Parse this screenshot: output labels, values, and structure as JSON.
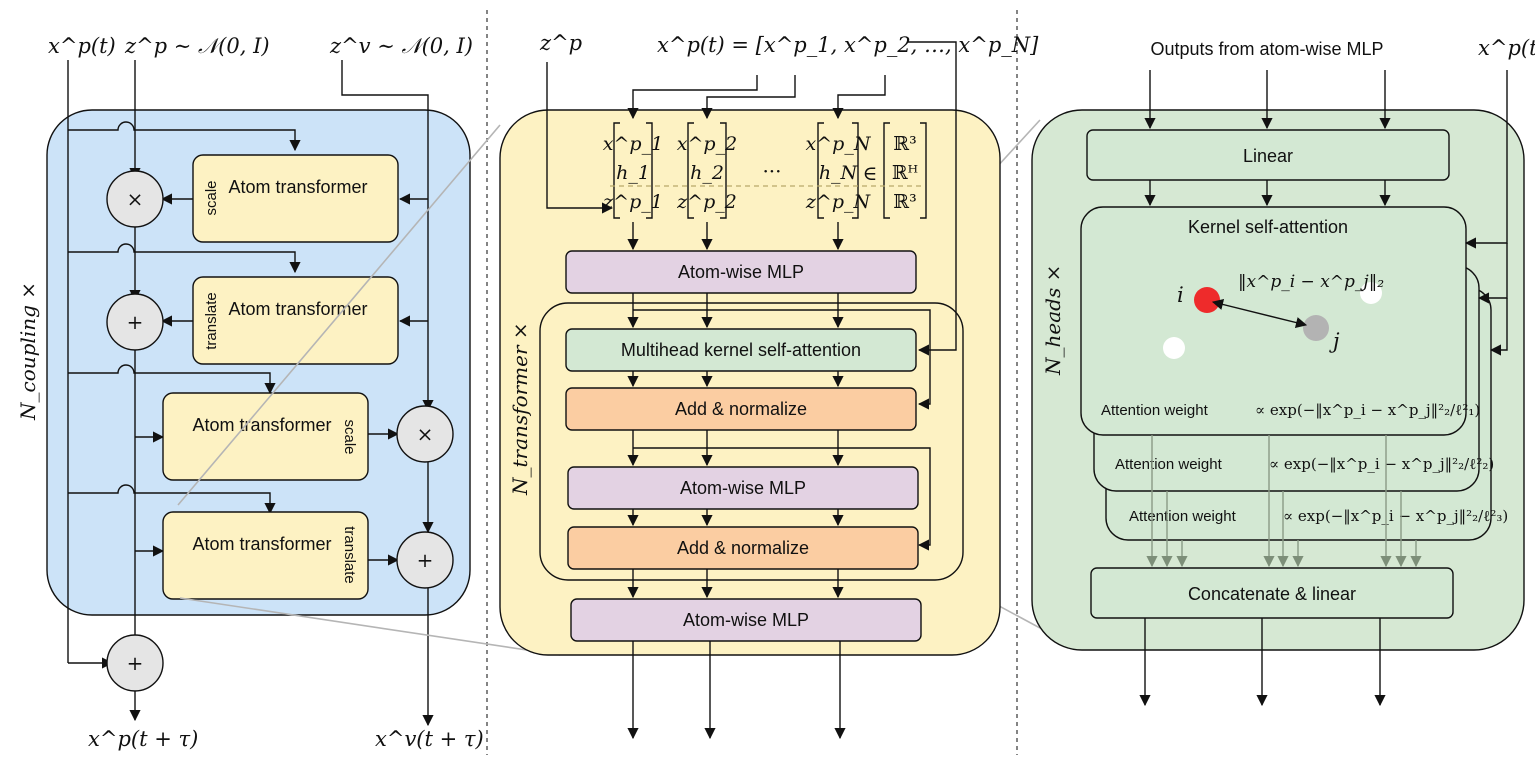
{
  "left_panel": {
    "inputs": {
      "xp_t": "x^p(t)",
      "zp": "z^p ∼ 𝒩(0, I)",
      "zv": "z^v ∼ 𝒩(0, I)"
    },
    "repeat_label": "N_coupling ×",
    "blocks": [
      {
        "title": "Atom transformer",
        "side_label": "scale"
      },
      {
        "title": "Atom transformer",
        "side_label": "translate"
      },
      {
        "title": "Atom transformer",
        "side_label": "scale"
      },
      {
        "title": "Atom transformer",
        "side_label": "translate"
      }
    ],
    "ops": {
      "multiply": "×",
      "add": "+"
    },
    "outputs": {
      "xp": "x^p(t + τ)",
      "xv": "x^v(t + τ)"
    }
  },
  "middle_panel": {
    "inputs": {
      "zp": "z^p",
      "xp_seq": "x^p(t) = [x^p_1, x^p_2, …, x^p_N]"
    },
    "columns": [
      {
        "x": "x^p_1",
        "h": "h_1",
        "z": "z^p_1"
      },
      {
        "x": "x^p_2",
        "h": "h_2",
        "z": "z^p_2"
      },
      {
        "x": "x^p_N",
        "h": "h_N",
        "z": "z^p_N"
      }
    ],
    "ellipsis": "···",
    "element_of": "∈",
    "spaces": [
      "ℝ³",
      "ℝᴴ",
      "ℝ³"
    ],
    "repeat_label": "N_transformer ×",
    "layers": {
      "mlp_in": "Atom-wise MLP",
      "attention": "Multihead kernel self-attention",
      "norm1": "Add & normalize",
      "mlp_mid": "Atom-wise MLP",
      "norm2": "Add & normalize",
      "mlp_out": "Atom-wise MLP"
    }
  },
  "right_panel": {
    "input_label": "Outputs from atom-wise MLP",
    "xp_t": "x^p(t)",
    "linear": "Linear",
    "attention_title": "Kernel self-attention",
    "distance": "‖x^p_i − x^p_j‖₂",
    "node_i": "i",
    "node_j": "j",
    "repeat_label": "N_heads ×",
    "weights": [
      {
        "prefix": "Attention weight",
        "formula": "∝ exp(−‖x^p_i − x^p_j‖²₂/ℓ²₁)"
      },
      {
        "prefix": "Attention weight",
        "formula": "∝ exp(−‖x^p_i − x^p_j‖²₂/ℓ²₂)"
      },
      {
        "prefix": "Attention weight",
        "formula": "∝ exp(−‖x^p_i − x^p_j‖²₂/ℓ²₃)"
      }
    ],
    "concat": "Concatenate & linear"
  },
  "colors": {
    "blue_panel": "#cce3f8",
    "yellow_panel": "#fdf2c3",
    "green_panel": "#d6e8d3",
    "block_yellow": "#fdf2c3",
    "block_purple": "#e3d2e3",
    "block_orange": "#fbcda2",
    "block_green": "#d3e8d3",
    "op_circle": "#e5e5e5",
    "red_node": "#ee2b2b",
    "gray_node": "#b3b3b3"
  }
}
